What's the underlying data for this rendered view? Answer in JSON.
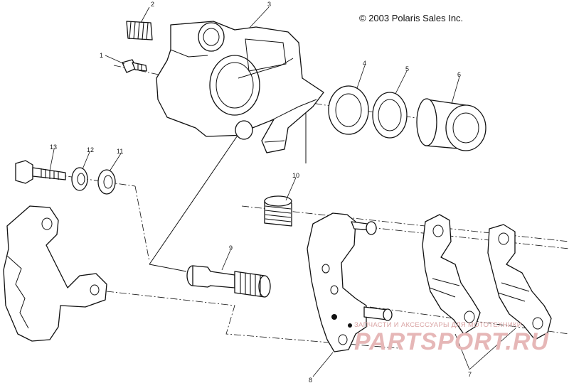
{
  "copyright": "© 2003 Polaris Sales Inc.",
  "callouts": [
    {
      "id": "c1",
      "label": "1"
    },
    {
      "id": "c2",
      "label": "2"
    },
    {
      "id": "c3",
      "label": "3"
    },
    {
      "id": "c4",
      "label": "4"
    },
    {
      "id": "c5",
      "label": "5"
    },
    {
      "id": "c6",
      "label": "6"
    },
    {
      "id": "c7",
      "label": "7"
    },
    {
      "id": "c8",
      "label": "8"
    },
    {
      "id": "c9",
      "label": "9"
    },
    {
      "id": "c10",
      "label": "10"
    },
    {
      "id": "c11",
      "label": "11"
    },
    {
      "id": "c12",
      "label": "12"
    },
    {
      "id": "c13",
      "label": "13"
    }
  ],
  "watermark": {
    "tagline": "ЗАПЧАСТИ И АКСЕССУАРЫ ДЛЯ МОТОТЕХНИКИ",
    "brand": "PARTSPORT.RU"
  }
}
